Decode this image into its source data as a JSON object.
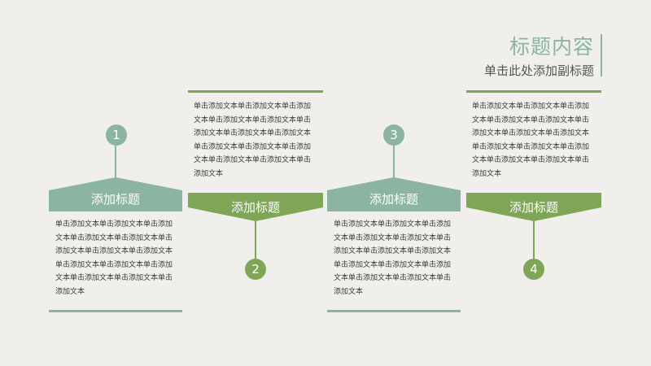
{
  "header": {
    "title": "标题内容",
    "subtitle": "单击此处添加副标题"
  },
  "colors": {
    "teal": "#8cb4a2",
    "green": "#7fa656",
    "background": "#f0efeb",
    "text": "#3a3a3a"
  },
  "items": [
    {
      "number": "1",
      "heading": "添加标题",
      "body": "单击添加文本单击添加文本单击添加文本单击添加文本单击添加文本单击添加文本单击添加文本单击添加文本单击添加文本单击添加文本单击添加文本单击添加文本单击添加文本单击添加文本",
      "color": "teal"
    },
    {
      "number": "2",
      "heading": "添加标题",
      "body": "单击添加文本单击添加文本单击添加文本单击添加文本单击添加文本单击添加文本单击添加文本单击添加文本单击添加文本单击添加文本单击添加文本单击添加文本单击添加文本单击添加文本",
      "color": "green"
    },
    {
      "number": "3",
      "heading": "添加标题",
      "body": "单击添加文本单击添加文本单击添加文本单击添加文本单击添加文本单击添加文本单击添加文本单击添加文本单击添加文本单击添加文本单击添加文本单击添加文本单击添加文本单击添加文本",
      "color": "teal"
    },
    {
      "number": "4",
      "heading": "添加标题",
      "body": "单击添加文本单击添加文本单击添加文本单击添加文本单击添加文本单击添加文本单击添加文本单击添加文本单击添加文本单击添加文本单击添加文本单击添加文本单击添加文本单击添加文本",
      "color": "green"
    }
  ]
}
